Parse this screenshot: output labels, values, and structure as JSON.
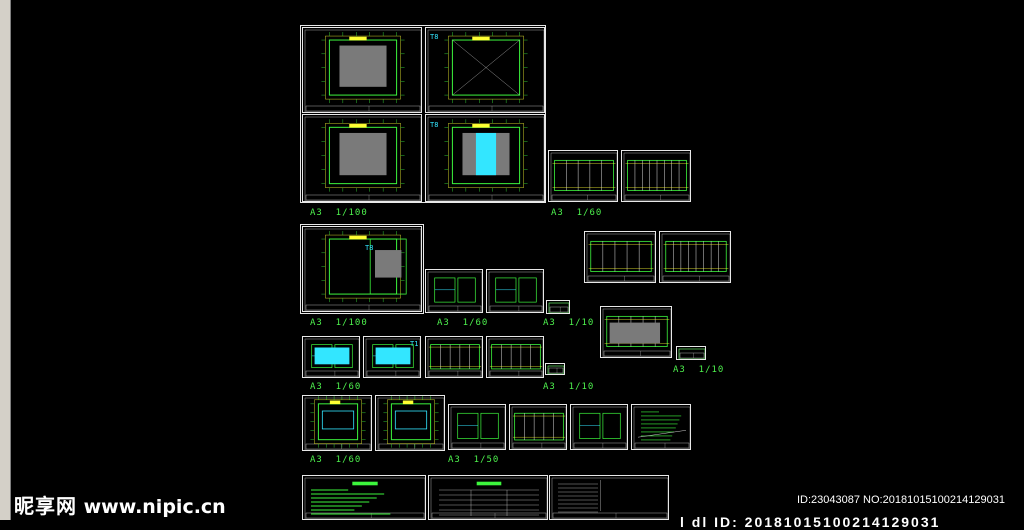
{
  "watermark": {
    "site_cn": "昵享网",
    "site_url": "www.nipic.cn",
    "id_text": "ID:23043087 NO:20181015100214129031",
    "cut_text": "l dl ID: 20181015100214129031"
  },
  "scale_labels": [
    "A3  1/100",
    "A3  1/60",
    "A3  1/100",
    "A3  1/60",
    "A3  1/10",
    "A3  1/10",
    "A3  1/60",
    "A3  1/10",
    "A3  1/60",
    "A3  1/50"
  ],
  "sheet_tags": [
    "T8",
    "T8",
    "T8",
    "T1"
  ],
  "colors": {
    "background": "#000000",
    "frame": "#e8e8e8",
    "wall_green": "#3df53d",
    "dim_yellow": "#ffff33",
    "note_cyan": "#33e6ff",
    "fill_gray": "#7a7a7a",
    "accent_magenta": "#ff33ff",
    "label_green": "#4df04d"
  }
}
